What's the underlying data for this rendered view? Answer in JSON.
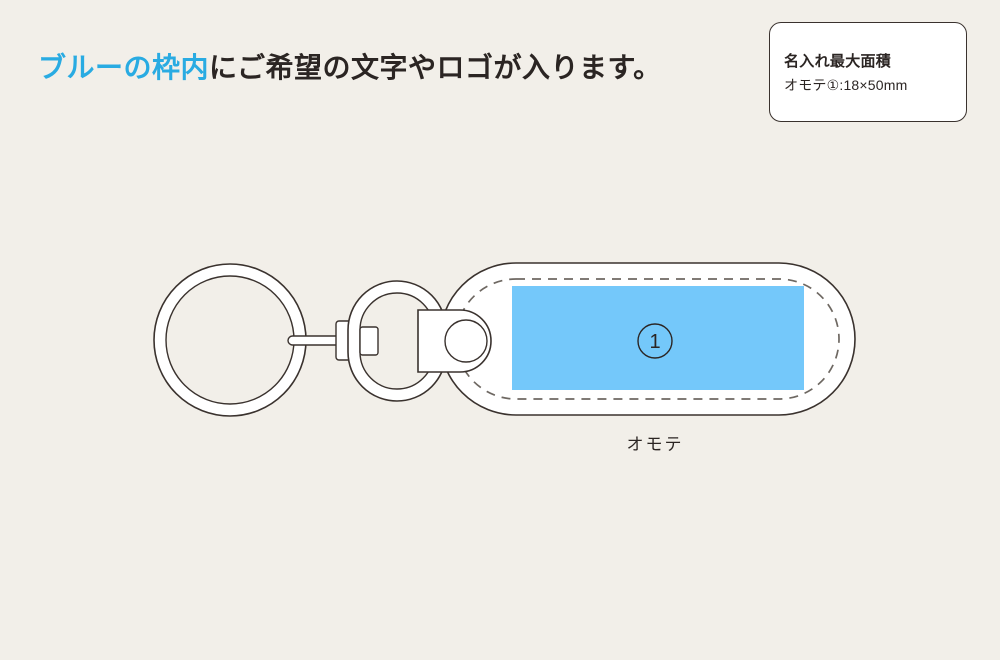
{
  "page": {
    "background_color": "#F2EFE9",
    "text_color": "#2B2523",
    "accent_color": "#29ABE2",
    "print_area_color": "#74C8FA"
  },
  "headline": {
    "accent_text": "ブルーの枠内",
    "rest_text": "にご希望の文字やロゴが入ります。"
  },
  "info_box": {
    "title": "名入れ最大面積",
    "detail": "オモテ①:18×50mm"
  },
  "illustration": {
    "caption": "オモテ",
    "marker_label": "1",
    "parts": [
      "split-ring",
      "connector-rod",
      "connector-block",
      "swivel-ring",
      "swivel-stud",
      "clasp-tab",
      "clasp-hole",
      "tag-body",
      "tag-stitching",
      "print-area"
    ]
  }
}
